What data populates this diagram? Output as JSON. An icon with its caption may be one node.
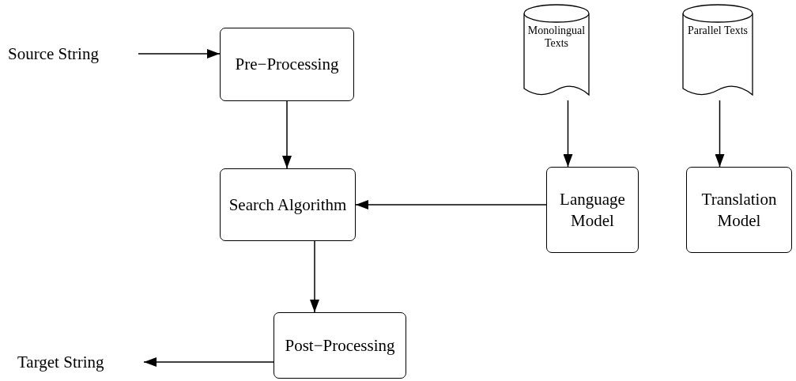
{
  "diagram": {
    "nodes": [
      {
        "text": [
          "Source String"
        ]
      },
      {
        "text": [
          "Pre−Processing"
        ]
      },
      {
        "text": [
          "Monolingual Texts"
        ]
      },
      {
        "text": [
          "Parallel Texts"
        ]
      },
      {
        "text": [
          "Search Algorithm"
        ]
      },
      {
        "text": [
          "Language Model"
        ]
      },
      {
        "text": [
          "Translation Model"
        ]
      },
      {
        "text": [
          "Target String"
        ]
      },
      {
        "text": [
          "Post−Processing"
        ]
      }
    ],
    "edges": [
      {
        "from": 0,
        "to": 1,
        "arrow": "to"
      },
      {
        "from": 1,
        "to": 4,
        "arrow": "to"
      },
      {
        "from": 2,
        "to": 5,
        "arrow": "to"
      },
      {
        "from": 3,
        "to": 6,
        "arrow": "to"
      },
      {
        "from": 5,
        "to": 4,
        "arrow": "to"
      },
      {
        "from": 4,
        "to": 8,
        "arrow": "to"
      },
      {
        "from": 8,
        "to": 7,
        "arrow": "to"
      }
    ]
  }
}
